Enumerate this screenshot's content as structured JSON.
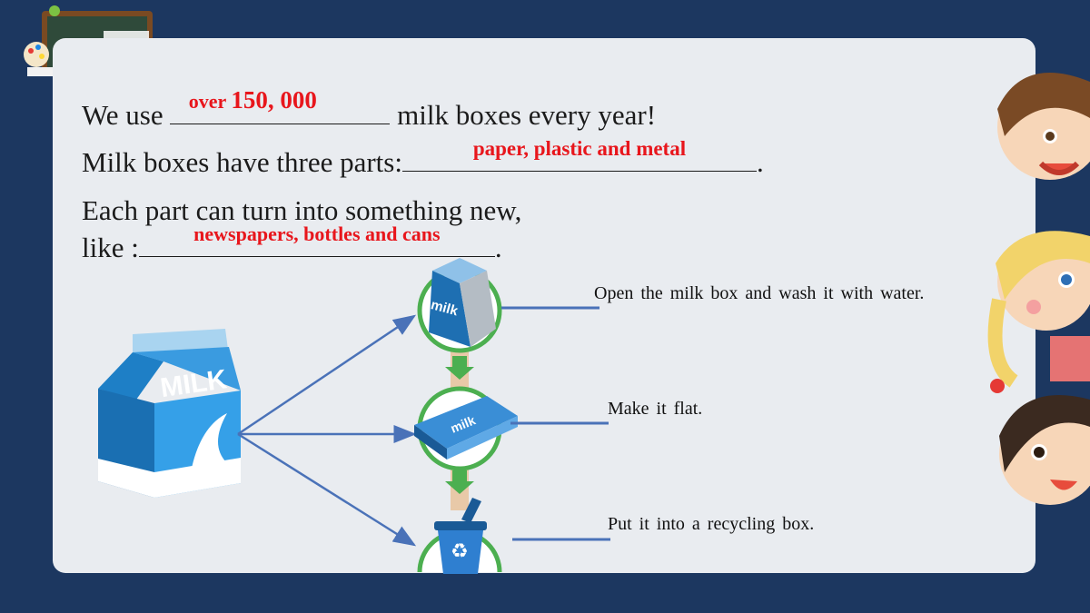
{
  "sentences": {
    "line1": {
      "before": "We use ",
      "answer_small": "over ",
      "answer_big": "150, 000",
      "after": " milk boxes every year!"
    },
    "line2": {
      "before": "Milk boxes have three parts:",
      "answer": "paper,  plastic  and  metal",
      "after": "."
    },
    "line3": {
      "text": "Each part can turn into something new,"
    },
    "line4": {
      "before": "like :",
      "answer": "newspapers,  bottles  and  cans",
      "after": "."
    }
  },
  "steps": [
    {
      "text": "Open the milk box and wash it with water."
    },
    {
      "text": "Make it flat."
    },
    {
      "text": "Put it into a recycling box."
    }
  ],
  "icons": {
    "carton_big": "milk-carton-icon",
    "carton_label": "MILK",
    "small_label": "milk",
    "recycle": "recycle-symbol-icon"
  },
  "colors": {
    "background": "#1c3760",
    "card": "#e9ecf0",
    "answer": "#e8161c",
    "arrow": "#4a72b8",
    "ring": "#4caf50"
  }
}
